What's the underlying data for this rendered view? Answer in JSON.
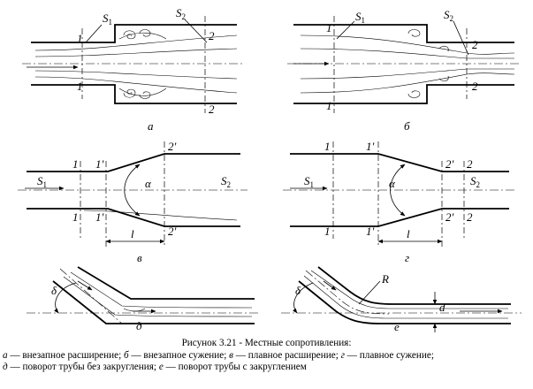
{
  "labels": {
    "s1": "S",
    "s2": "S",
    "sub1": "1",
    "sub2": "2",
    "n1": "1",
    "n2": "2",
    "n1p": "1'",
    "n2p": "2'",
    "alpha": "α",
    "l": "l",
    "delta": "δ",
    "R": "R",
    "d": "d",
    "panels": {
      "a": "а",
      "b": "б",
      "v": "в",
      "g": "г",
      "d": "д",
      "e": "е"
    }
  },
  "caption": {
    "title": "Рисунок 3.21 - Местные сопротивления:",
    "a_letter": "а",
    "a_text": " — внезапное расширение; ",
    "b_letter": "б",
    "b_text": " — внезапное сужение; ",
    "v_letter": "в",
    "v_text": " — плавное расширение; ",
    "g_letter": "г",
    "g_text": " — плавное сужение;",
    "d_letter": "д",
    "d_text": " — поворот трубы без закругления; ",
    "e_letter": "е",
    "e_text": " — поворот трубы с закруглением"
  }
}
